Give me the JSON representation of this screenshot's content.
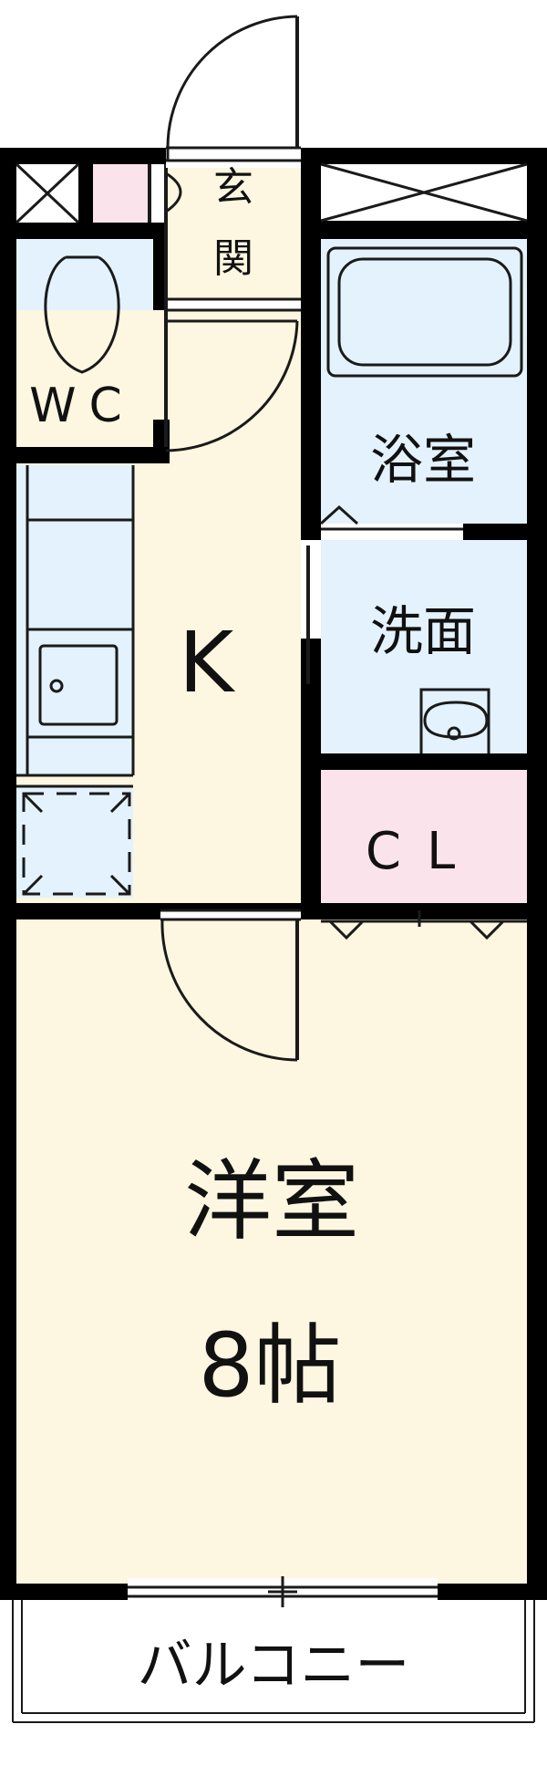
{
  "rooms": {
    "entrance": "玄関",
    "entrance_line1": "玄",
    "entrance_line2": "関",
    "wc": "WC",
    "bath": "浴室",
    "washroom": "洗面",
    "kitchen": "K",
    "closet": "CL",
    "western_room": "洋室",
    "western_room_size": "8帖",
    "balcony": "バルコニー"
  },
  "colors": {
    "wall": "#000000",
    "floor_wood": "#fdf6e0",
    "wet_area": "#e3f2fc",
    "closet": "#fbe3ec",
    "entrance": "#fdf6e0",
    "outline": "#1a1a1a"
  }
}
